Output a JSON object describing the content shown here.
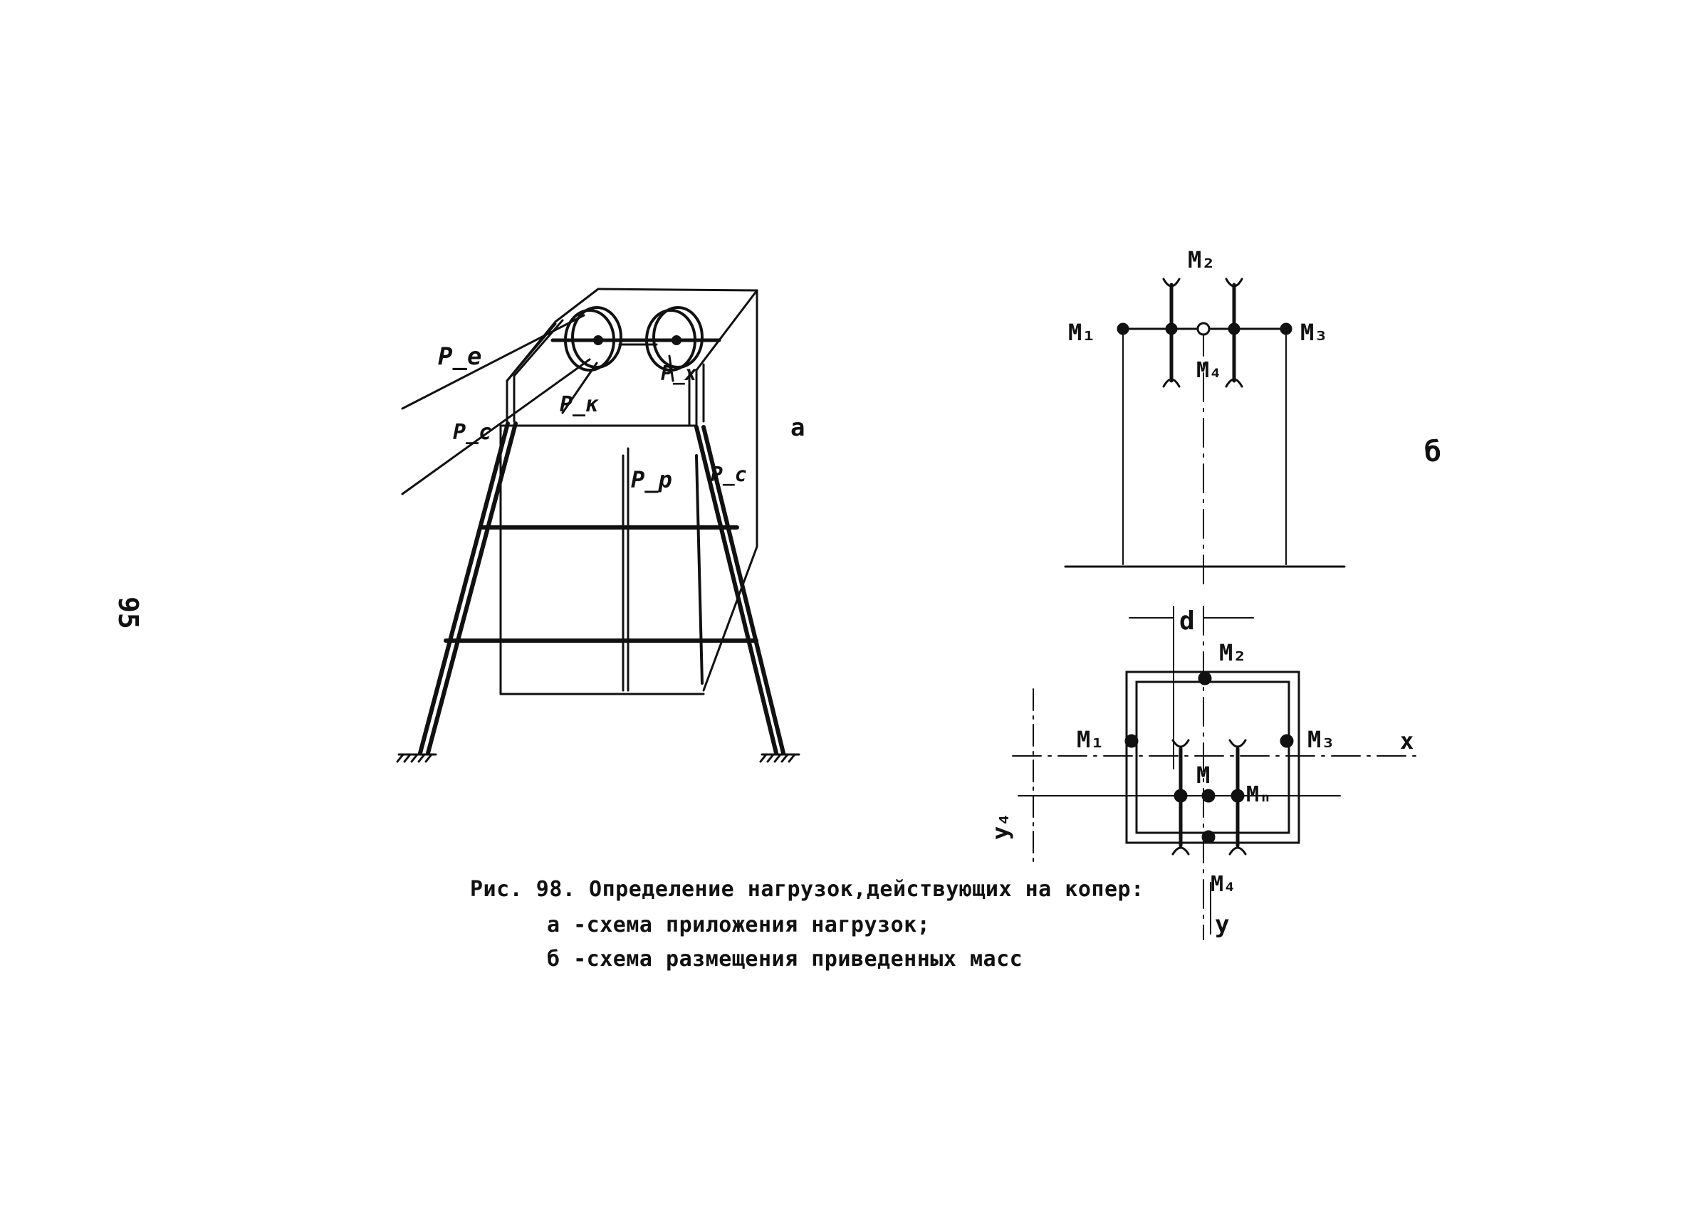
{
  "page_number": "95",
  "caption": {
    "title": "Рис. 98. Определение нагрузок,действующих на копер:",
    "line_a": "а -схема приложения нагрузок;",
    "line_b": "б -схема размещения приведенных масс"
  },
  "diagram_a": {
    "panel_label": "а",
    "labels": {
      "pe_left": "P_e",
      "pc_left": "P_c",
      "pk": "P_к",
      "px": "P_x",
      "pp": "P_p",
      "pc_right": "P_c"
    }
  },
  "diagram_b": {
    "panel_label": "б",
    "elevation": {
      "m1": "M₁",
      "m2": "M₂",
      "m3": "M₃",
      "m4": "M₄"
    },
    "plan": {
      "d": "d",
      "m1": "M₁",
      "m2": "M₂",
      "m3": "M₃",
      "m": "M",
      "mn": "Mₙ",
      "m4": "M₄",
      "x_axis": "x",
      "y_axis": "y",
      "y4": "y₄"
    }
  }
}
